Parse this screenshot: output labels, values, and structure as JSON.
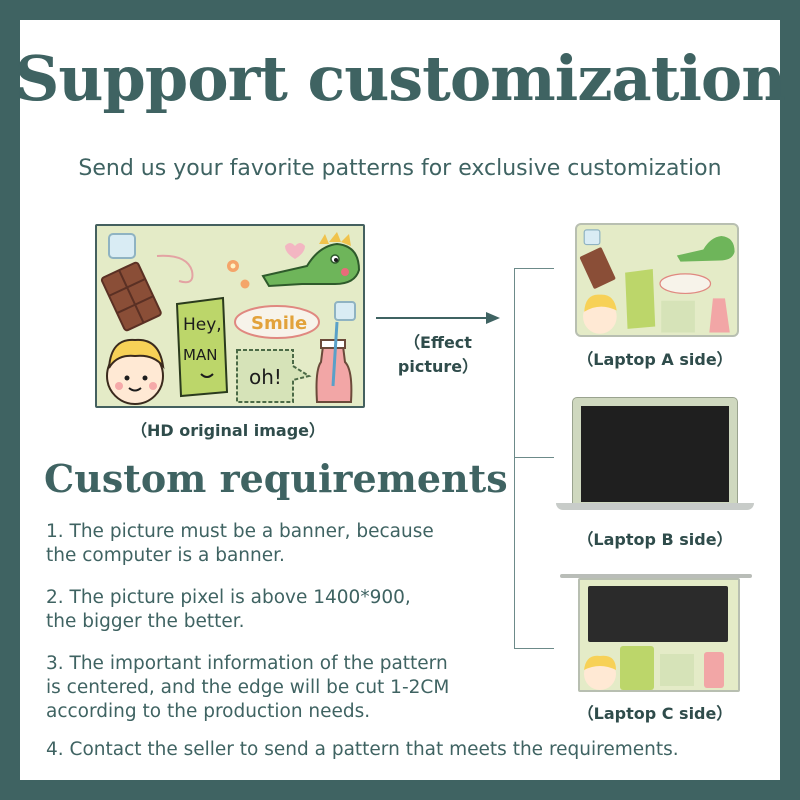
{
  "header": {
    "title": "Support customization",
    "subtitle": "Send us your favorite patterns for exclusive customization"
  },
  "preview": {
    "original_caption": "（HD original image）",
    "arrow_caption": "（Effect picture）",
    "artwork_texts": {
      "hey": "Hey,",
      "man": "MAN",
      "smile": "Smile",
      "oh": "oh!"
    }
  },
  "laptop_sides": [
    {
      "caption": "（Laptop A side）"
    },
    {
      "caption": "（Laptop B side）"
    },
    {
      "caption": "（Laptop C side）"
    }
  ],
  "requirements": {
    "heading": "Custom requirements",
    "items": [
      {
        "line1": "1. The picture must be a banner, because",
        "line2": "the computer is a banner."
      },
      {
        "line1": "2. The picture pixel is above 1400*900,",
        "line2": "the bigger the better."
      },
      {
        "line1": "3. The important information of the pattern",
        "line2": "is centered, and the edge will be cut 1-2CM",
        "line3": "according to the production needs."
      },
      {
        "line1": "4. Contact the seller to send a pattern that meets the requirements."
      }
    ]
  },
  "colors": {
    "frame": "#3f6362",
    "artwork_bg": "#e4ebc7",
    "text": "#3f6362"
  }
}
